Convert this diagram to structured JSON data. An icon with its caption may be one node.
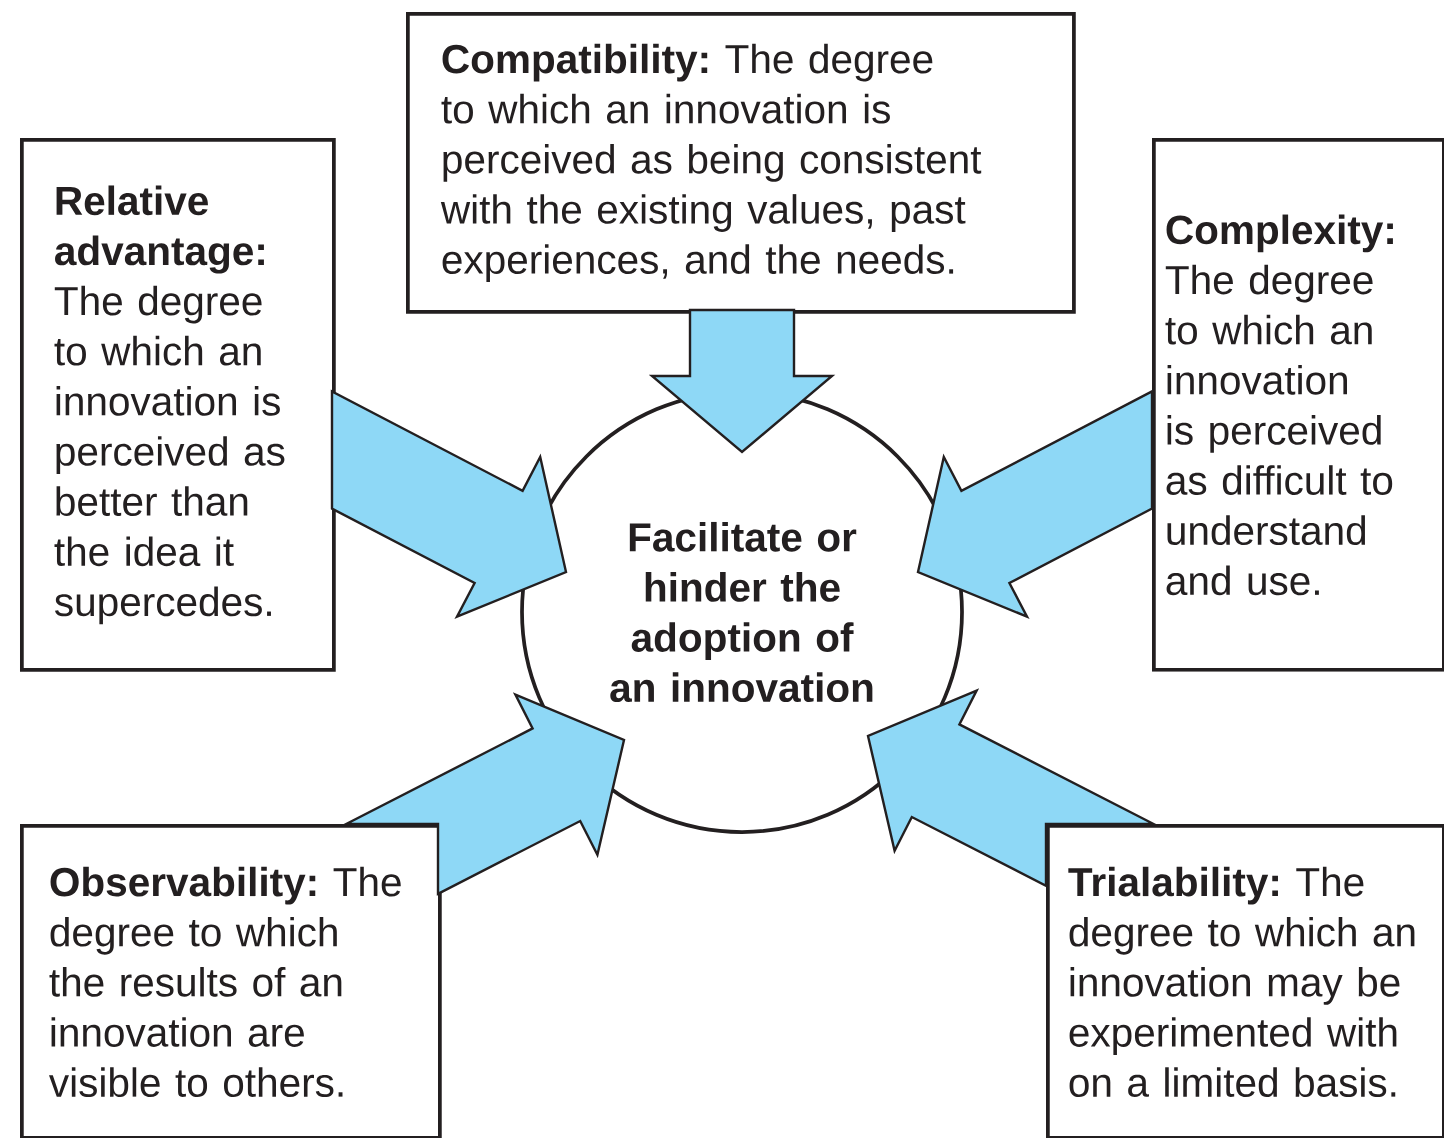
{
  "diagram": {
    "nodes": [
      {
        "text": [
          "**Compatibility:** The degree to which an innovation is perceived as being consistent with the existing values, past experiences, and the needs."
        ]
      },
      {
        "text": [
          "**Relative advantage:** The degree to which an innovation is perceived as better than the idea it supercedes."
        ]
      },
      {
        "text": [
          "**Complexity:** The degree to which an innovation is perceived as difficult to understand and use."
        ]
      },
      {
        "text": [
          "Facilitate or hinder the adoption of an innovation"
        ]
      },
      {
        "text": [
          "**Observability:** The degree to which the results of an innovation are visible to others."
        ]
      },
      {
        "text": [
          "**Trialability:** The degree to which an innovation may be experimented with on a limited basis."
        ]
      }
    ],
    "edges": [
      {
        "from": 0,
        "to": 3,
        "arrow": "to"
      },
      {
        "from": 1,
        "to": 3,
        "arrow": "to"
      },
      {
        "from": 2,
        "to": 3,
        "arrow": "to"
      },
      {
        "from": 4,
        "to": 3,
        "arrow": "to"
      },
      {
        "from": 5,
        "to": 3,
        "arrow": "to"
      }
    ]
  }
}
